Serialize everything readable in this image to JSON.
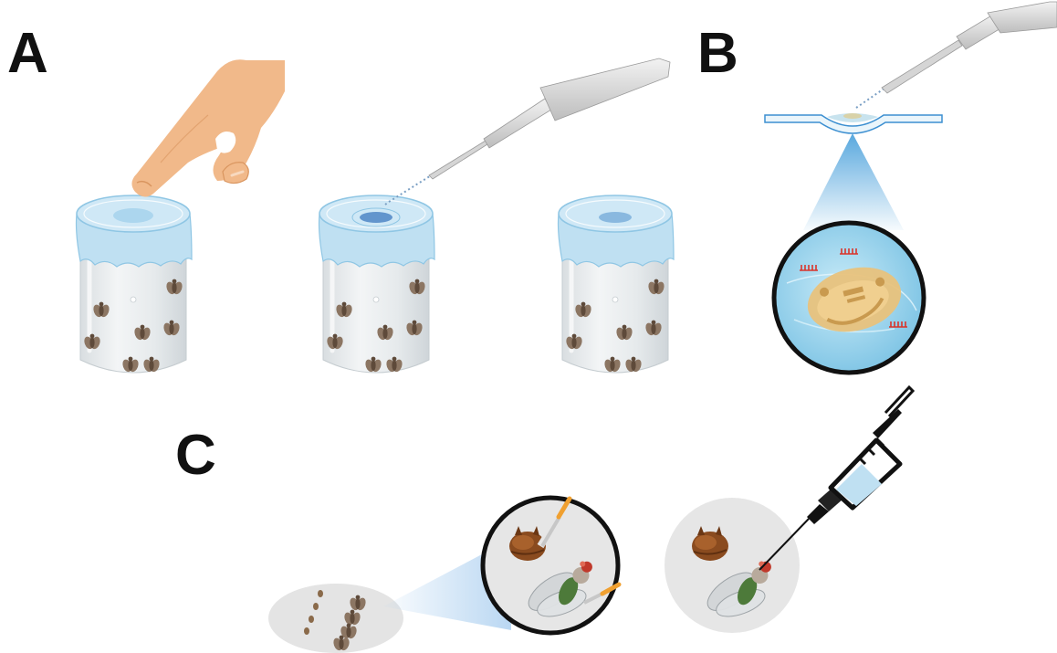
{
  "panels": {
    "a": {
      "label": "A"
    },
    "b": {
      "label": "B"
    },
    "c": {
      "label": "C"
    }
  },
  "colors": {
    "background": "#ffffff",
    "label": "#111111",
    "glass": "#e9ecee",
    "glass_edge": "#cfd5d9",
    "parafilm": "#bfe0f2",
    "parafilm_edge": "#8fc6e4",
    "blue_dot": "#4f86c6",
    "skin": "#f1b98a",
    "skin_shadow": "#d9955f",
    "pipette": "#dcdcdc",
    "pipette_dark": "#a9a9a9",
    "fly": "#7a6452",
    "water": "#a9d8ee",
    "water_dark": "#6fb9de",
    "beam": "#6fb1e0",
    "embryo": "#e8c27c",
    "rna": "#d9342b",
    "dish_bg": "#e6e6e6",
    "syringe_liquid": "#bfe0f2",
    "fly_eye": "#c0392b",
    "fly_abdomen": "#4d7a3a",
    "pupa": "#8a4b1f",
    "brush": "#f0a030"
  },
  "icons": [
    "finger-hand-icon",
    "micropipette-icon",
    "fly-vial-icon",
    "depression-slide-icon",
    "magnified-embryo-icon",
    "rna-strand-icon",
    "petri-dish-icon",
    "magnifier-circle-icon",
    "syringe-needle-icon",
    "fly-icon",
    "pupa-icon"
  ]
}
